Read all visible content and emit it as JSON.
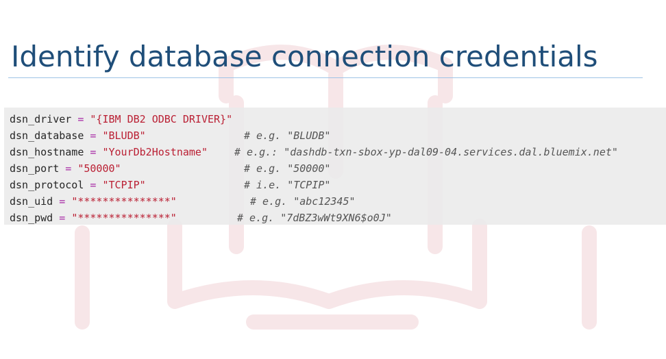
{
  "slide": {
    "title": "Identify database connection credentials"
  },
  "code": {
    "lines": [
      {
        "var": "dsn_driver",
        "op": "=",
        "value": "\"{IBM DB2 ODBC DRIVER}\"",
        "comment": ""
      },
      {
        "var": "dsn_database",
        "op": "=",
        "value": "\"BLUDB\"",
        "comment": "# e.g. \"BLUDB\""
      },
      {
        "var": "dsn_hostname",
        "op": "=",
        "value": "\"YourDb2Hostname\"",
        "comment": "# e.g.: \"dashdb-txn-sbox-yp-dal09-04.services.dal.bluemix.net\""
      },
      {
        "var": "dsn_port",
        "op": "=",
        "value": "\"50000\"",
        "comment": "# e.g. \"50000\""
      },
      {
        "var": "dsn_protocol",
        "op": "=",
        "value": "\"TCPIP\"",
        "comment": "# i.e. \"TCPIP\""
      },
      {
        "var": "dsn_uid",
        "op": "=",
        "value": "\"***************\"",
        "comment": "# e.g. \"abc12345\""
      },
      {
        "var": "dsn_pwd",
        "op": "=",
        "value": "\"***************\"",
        "comment": "# e.g. \"7dBZ3wWt9XN6$o0J\""
      }
    ]
  },
  "colors": {
    "title": "#1f4e79",
    "rule": "#9ec3e6",
    "code_background": "#eaeaea",
    "operator": "#a626a4",
    "string": "#ba1f33",
    "comment": "#555555"
  }
}
